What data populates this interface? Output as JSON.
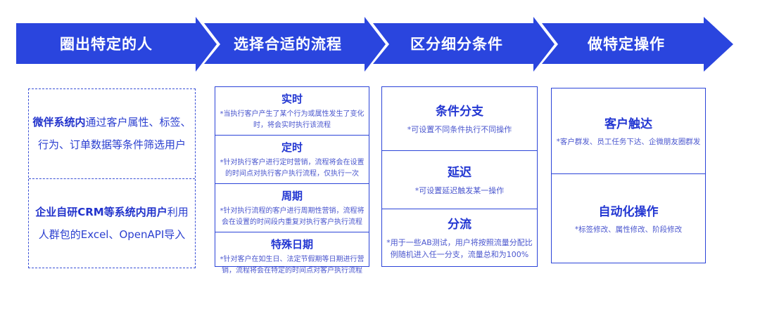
{
  "colors": {
    "brand_blue": "#2A45DE",
    "border_blue": "#2B44D8",
    "title_blue": "#2236D2",
    "desc_blue": "#4A56CE"
  },
  "flow_steps": [
    {
      "label": "圈出特定的人"
    },
    {
      "label": "选择合适的流程"
    },
    {
      "label": "区分细分条件"
    },
    {
      "label": "做特定操作"
    }
  ],
  "columns": [
    {
      "name": "圈出特定的人",
      "cells": [
        {
          "bold": "微伴系统内",
          "rest": "通过客户属性、标签、行为、订单数据等条件筛选用户"
        },
        {
          "bold": "企业自研CRM等系统内用户",
          "rest": "利用人群包的Excel、OpenAPI导入"
        }
      ]
    },
    {
      "name": "选择合适的流程",
      "cells": [
        {
          "title": "实时",
          "desc": "*当执行客户产生了某个行为或属性发生了变化时，将会实时执行该流程"
        },
        {
          "title": "定时",
          "desc": "*针对执行客户进行定时营销，流程将会在设置的时间点对执行客户执行流程，仅执行一次"
        },
        {
          "title": "周期",
          "desc": "*针对执行流程的客户进行周期性营销，流程将会在设置的时间段内重复对执行客户执行流程"
        },
        {
          "title": "特殊日期",
          "desc": "*针对客户在如生日、法定节假期等日期进行营销，流程将会在特定的时间点对客户执行流程"
        }
      ]
    },
    {
      "name": "区分细分条件",
      "cells": [
        {
          "title": "条件分支",
          "desc": "*可设置不同条件执行不同操作"
        },
        {
          "title": "延迟",
          "desc": "*可设置延迟触发某一操作"
        },
        {
          "title": "分流",
          "desc": "*用于一些AB测试，用户将按照流量分配比例随机进入任一分支，流量总和为100%"
        }
      ]
    },
    {
      "name": "做特定操作",
      "cells": [
        {
          "title": "客户触达",
          "desc": "*客户群发、员工任务下达、企微朋友圈群发"
        },
        {
          "title": "自动化操作",
          "desc": "*标签修改、属性修改、阶段修改"
        }
      ]
    }
  ]
}
